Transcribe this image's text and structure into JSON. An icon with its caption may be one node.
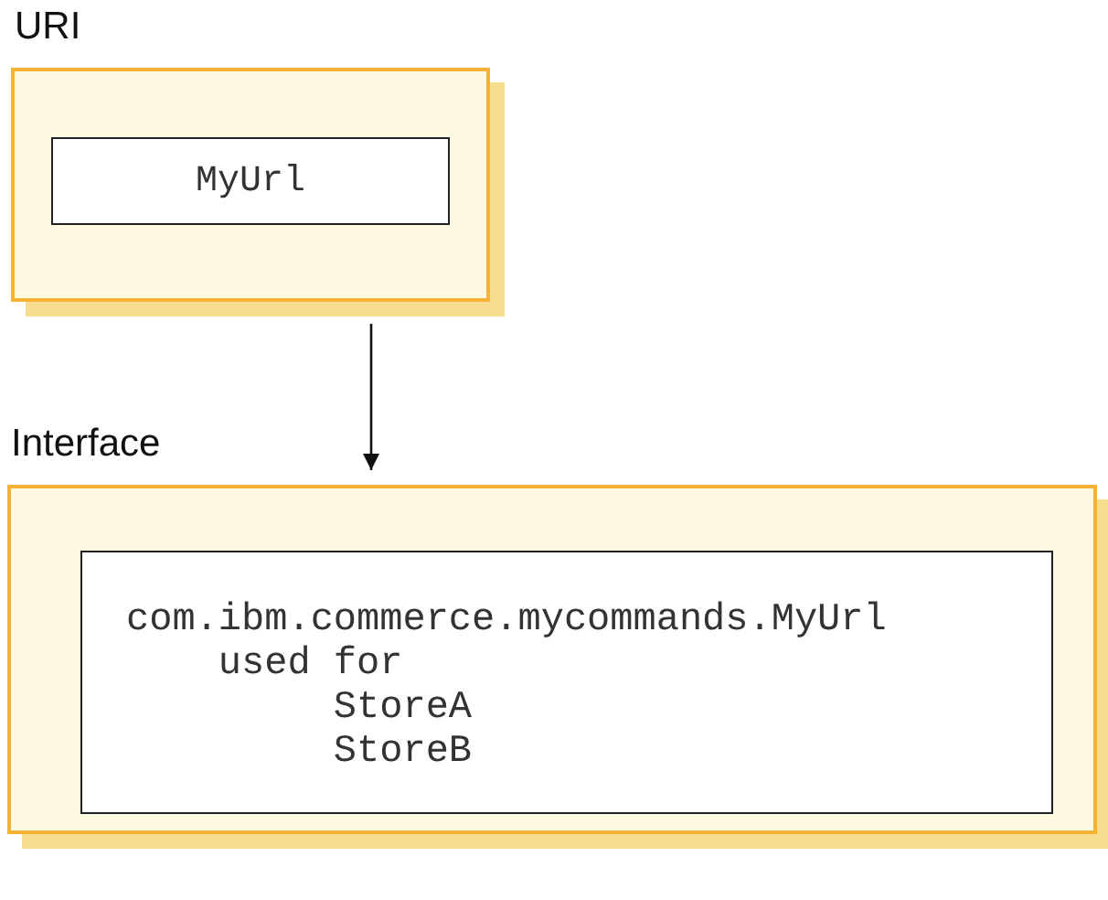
{
  "diagram": {
    "nodes": [
      {
        "text": [
          "URI"
        ]
      },
      {
        "text": [
          "MyUrl"
        ],
        "in": 0
      },
      {
        "text": [
          "Interface"
        ]
      },
      {
        "text": [
          "com.ibm.commerce.mycommands.MyUrl",
          "used for",
          "StoreA",
          "StoreB"
        ],
        "in": 2
      }
    ],
    "edges": [
      {
        "from": 0,
        "to": 2,
        "arrow": "to"
      }
    ]
  }
}
